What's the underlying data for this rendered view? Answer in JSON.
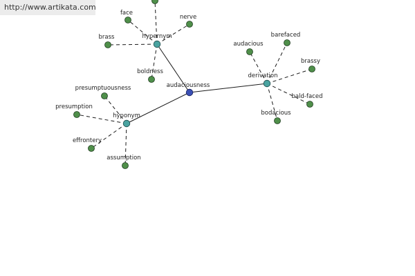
{
  "banner": {
    "url_text": "http://www.artikata.com"
  },
  "graph": {
    "center": {
      "label": "audaciousness"
    },
    "hubs": [
      {
        "id": "hypernym",
        "label": "hypernym"
      },
      {
        "id": "derivation",
        "label": "derivation"
      },
      {
        "id": "hyponym",
        "label": "hyponym"
      }
    ],
    "leaves": [
      {
        "hub": "hypernym",
        "label": ""
      },
      {
        "hub": "hypernym",
        "label": "face"
      },
      {
        "hub": "hypernym",
        "label": "nerve"
      },
      {
        "hub": "hypernym",
        "label": "brass"
      },
      {
        "hub": "hypernym",
        "label": "boldness"
      },
      {
        "hub": "derivation",
        "label": "audacious"
      },
      {
        "hub": "derivation",
        "label": "barefaced"
      },
      {
        "hub": "derivation",
        "label": "brassy"
      },
      {
        "hub": "derivation",
        "label": "bald-faced"
      },
      {
        "hub": "derivation",
        "label": "bodacious"
      },
      {
        "hub": "hyponym",
        "label": "presumptuousness"
      },
      {
        "hub": "hyponym",
        "label": "presumption"
      },
      {
        "hub": "hyponym",
        "label": "effrontery"
      },
      {
        "hub": "hyponym",
        "label": "assumption"
      }
    ]
  },
  "colors": {
    "center_node": "#3a4fb4",
    "hub_node": "#4aa3a0",
    "leaf_node": "#4f8f4a"
  }
}
